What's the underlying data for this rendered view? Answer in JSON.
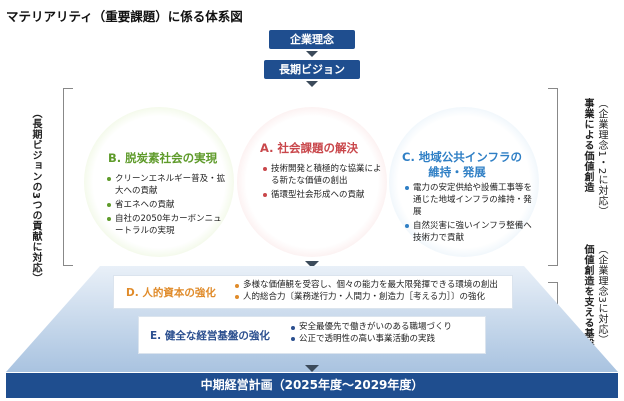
{
  "title": "マテリアリティ（重要課題）に係る体系図",
  "top": {
    "philosophy": "企業理念",
    "vision": "長期ビジョン"
  },
  "side": {
    "left": "（長期ビジョンの3つの貢献に対応）",
    "right_upper_line1": "（企業理念1・2に対応）",
    "right_upper_line2": "事業による価値創造",
    "right_lower_line1": "（企業理念3に対応）",
    "right_lower_line2": "価値創造を支える基盤"
  },
  "circles": {
    "b": {
      "title": "B. 脱炭素社会の実現",
      "items": [
        "クリーンエネルギー普及・拡大への貢献",
        "省エネへの貢献",
        "自社の2050年カーボンニュートラルの実現"
      ]
    },
    "a": {
      "title": "A. 社会課題の解決",
      "items": [
        "技術開発と積極的な協業による新たな価値の創出",
        "循環型社会形成への貢献"
      ]
    },
    "c": {
      "title_line1": "C. 地域公共インフラの",
      "title_line2": "維持・発展",
      "items": [
        "電力の安定供給や設備工事等を通じた地域インフラの維持・発展",
        "自然災害に強いインフラ整備へ技術力で貢献"
      ]
    }
  },
  "foundation": {
    "d": {
      "title": "D. 人的資本の強化",
      "items": [
        "多様な価値観を受容し、個々の能力を最大限発揮できる環境の創出",
        "人的総合力〔業務遂行力・人間力・創造力［考える力］〕の強化"
      ]
    },
    "e": {
      "title": "E. 健全な経営基盤の強化",
      "items": [
        "安全最優先で働きがいのある職場づくり",
        "公正で透明性の高い事業活動の実践"
      ]
    }
  },
  "plan": "中期経営計画（2025年度～2029年度）",
  "colors": {
    "navy": "#1f4e8f",
    "green": "#5f9b2b",
    "red": "#c9474b",
    "blue": "#2f7fc5",
    "orange": "#e08b2a"
  }
}
